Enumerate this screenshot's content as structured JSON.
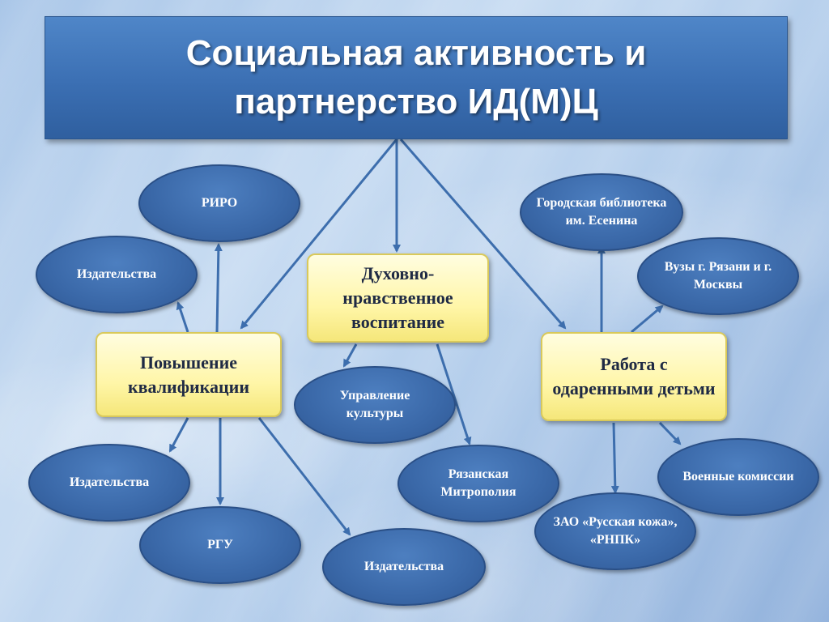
{
  "title": "Социальная активность и партнерство ИД(М)Ц",
  "hubs": {
    "qualification": "Повышение квалификации",
    "spiritual": "Духовно-нравственное воспитание",
    "gifted": "Работа с одаренными детьми"
  },
  "partners": {
    "riro": "РИРО",
    "publishers_left_top": "Издательства",
    "publishers_left_bottom": "Издательства",
    "rgu": "РГУ",
    "publishers_bottom": "Издательства",
    "culture": "Управление культуры",
    "metropolis": "Рязанская Митрополия",
    "library": "Городская библиотека им. Есенина",
    "universities": "Вузы г. Рязани и г. Москвы",
    "military": "Военные комиссии",
    "zao": "ЗАО «Русская кожа», «РНПК»"
  },
  "colors": {
    "title_bg": "#3b6fb3",
    "ellipse_bg": "#3a68a8",
    "hub_bg": "#fff6a8",
    "arrow": "#3d6ead"
  }
}
